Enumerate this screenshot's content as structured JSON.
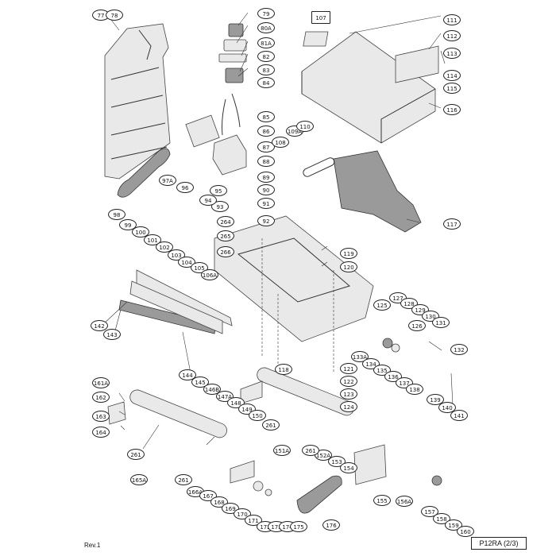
{
  "revision": "Rev.1",
  "model": "P12RA (2/3)",
  "callouts": [
    {
      "label": "77"
    },
    {
      "label": "78"
    },
    {
      "label": "79"
    },
    {
      "label": "80A"
    },
    {
      "label": "81A"
    },
    {
      "label": "82"
    },
    {
      "label": "83"
    },
    {
      "label": "84"
    },
    {
      "label": "85"
    },
    {
      "label": "86"
    },
    {
      "label": "87"
    },
    {
      "label": "88"
    },
    {
      "label": "89"
    },
    {
      "label": "90"
    },
    {
      "label": "91"
    },
    {
      "label": "92"
    },
    {
      "label": "93"
    },
    {
      "label": "94"
    },
    {
      "label": "95"
    },
    {
      "label": "96"
    },
    {
      "label": "97A"
    },
    {
      "label": "98"
    },
    {
      "label": "99"
    },
    {
      "label": "100"
    },
    {
      "label": "101"
    },
    {
      "label": "102"
    },
    {
      "label": "103"
    },
    {
      "label": "104"
    },
    {
      "label": "105"
    },
    {
      "label": "106A"
    },
    {
      "label": "107"
    },
    {
      "label": "108"
    },
    {
      "label": "109A"
    },
    {
      "label": "110"
    },
    {
      "label": "111"
    },
    {
      "label": "112"
    },
    {
      "label": "113"
    },
    {
      "label": "114"
    },
    {
      "label": "115"
    },
    {
      "label": "116"
    },
    {
      "label": "117"
    },
    {
      "label": "118"
    },
    {
      "label": "119"
    },
    {
      "label": "120"
    },
    {
      "label": "121"
    },
    {
      "label": "122"
    },
    {
      "label": "123"
    },
    {
      "label": "124"
    },
    {
      "label": "125"
    },
    {
      "label": "126"
    },
    {
      "label": "127"
    },
    {
      "label": "128"
    },
    {
      "label": "129"
    },
    {
      "label": "130"
    },
    {
      "label": "131"
    },
    {
      "label": "132"
    },
    {
      "label": "133A"
    },
    {
      "label": "134"
    },
    {
      "label": "135"
    },
    {
      "label": "136"
    },
    {
      "label": "137"
    },
    {
      "label": "138"
    },
    {
      "label": "139"
    },
    {
      "label": "140"
    },
    {
      "label": "141"
    },
    {
      "label": "142"
    },
    {
      "label": "143"
    },
    {
      "label": "144"
    },
    {
      "label": "145"
    },
    {
      "label": "146B"
    },
    {
      "label": "147A"
    },
    {
      "label": "148"
    },
    {
      "label": "149"
    },
    {
      "label": "150"
    },
    {
      "label": "151A"
    },
    {
      "label": "152A"
    },
    {
      "label": "153"
    },
    {
      "label": "154"
    },
    {
      "label": "155"
    },
    {
      "label": "156A"
    },
    {
      "label": "157"
    },
    {
      "label": "158"
    },
    {
      "label": "159"
    },
    {
      "label": "160"
    },
    {
      "label": "161A"
    },
    {
      "label": "162"
    },
    {
      "label": "163"
    },
    {
      "label": "164"
    },
    {
      "label": "165A"
    },
    {
      "label": "166A"
    },
    {
      "label": "167"
    },
    {
      "label": "168"
    },
    {
      "label": "169"
    },
    {
      "label": "170"
    },
    {
      "label": "171"
    },
    {
      "label": "172"
    },
    {
      "label": "173"
    },
    {
      "label": "174"
    },
    {
      "label": "175"
    },
    {
      "label": "176"
    },
    {
      "label": "261"
    },
    {
      "label": "261"
    },
    {
      "label": "261"
    },
    {
      "label": "261"
    },
    {
      "label": "264"
    },
    {
      "label": "265"
    },
    {
      "label": "266"
    }
  ]
}
